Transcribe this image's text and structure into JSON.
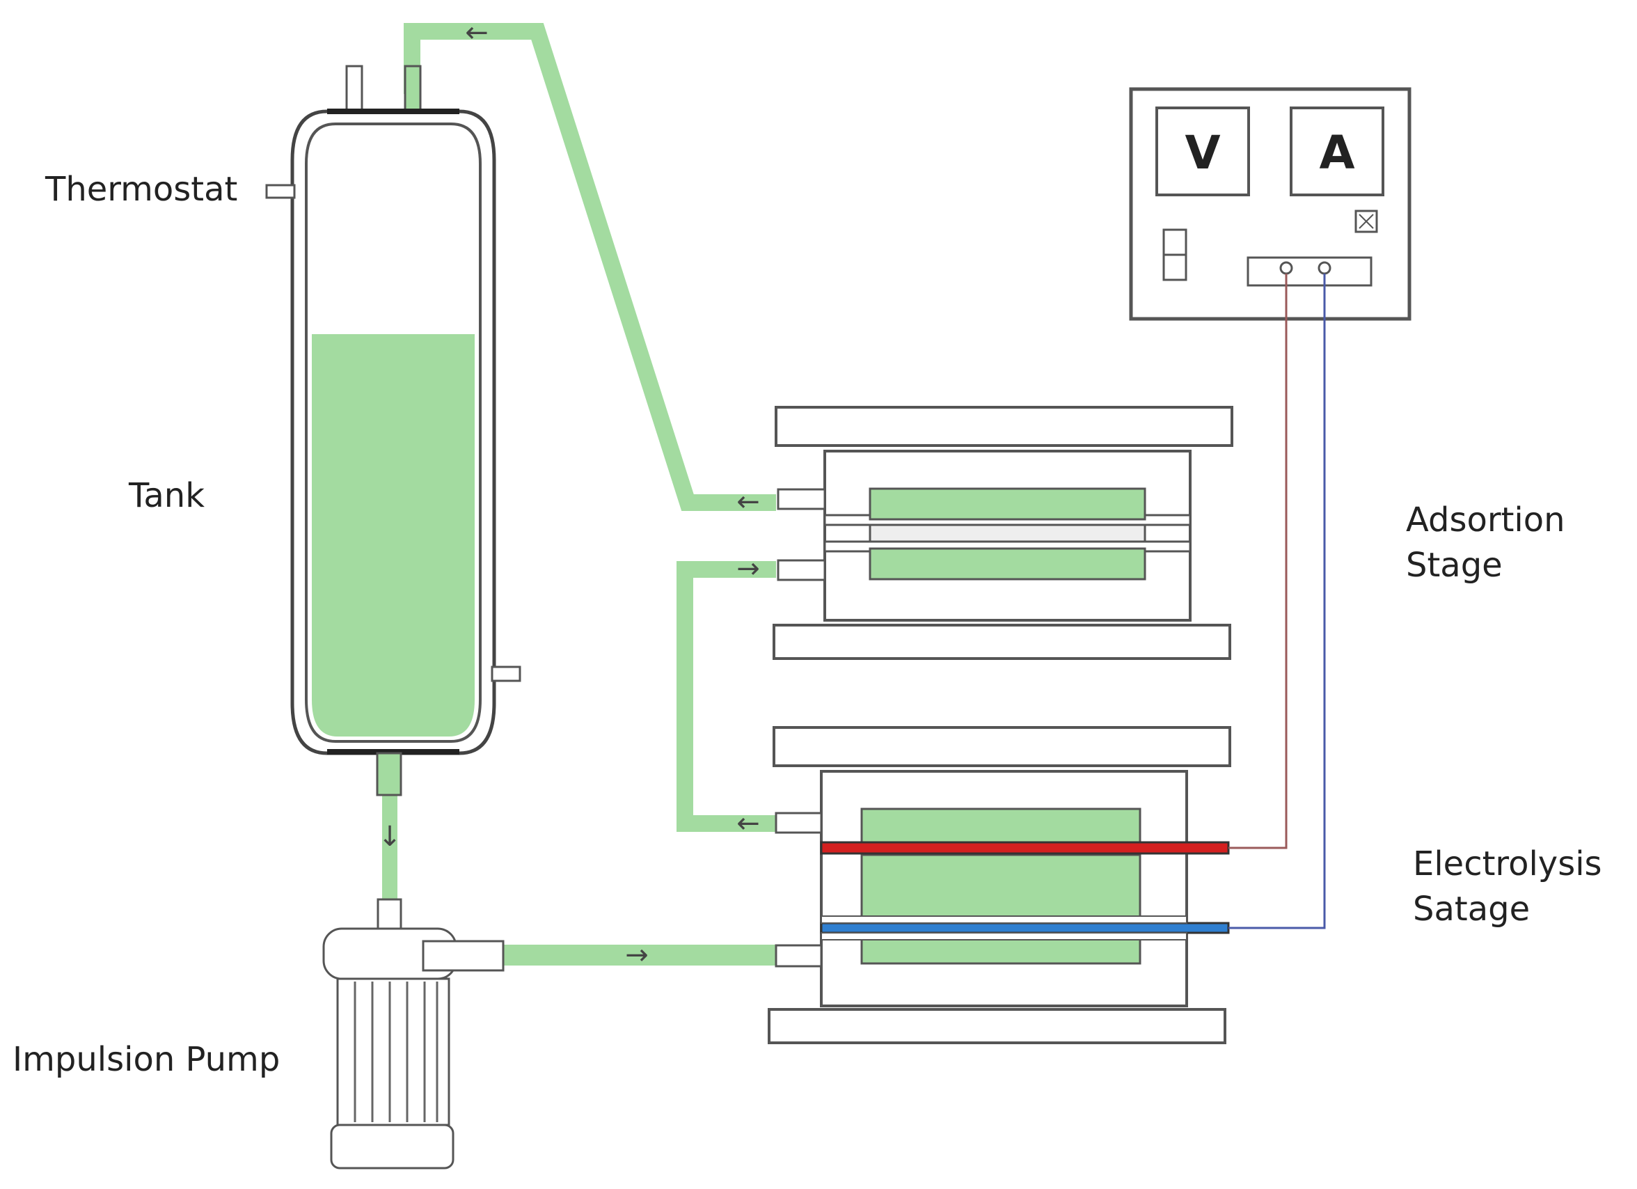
{
  "labels": {
    "thermostat": "Thermostat",
    "tank": "Tank",
    "pump": "Impulsion Pump",
    "adsorption_line1": "Adsortion",
    "adsorption_line2": "Stage",
    "electrolysis_line1": "Electrolysis",
    "electrolysis_line2": "Satage"
  },
  "power_supply": {
    "voltmeter": "V",
    "ammeter": "A"
  },
  "flow_arrows": {
    "top_return": "←",
    "adsorption_outlet": "←",
    "adsorption_inlet": "→",
    "electrolysis_outlet": "←",
    "tank_outlet": "↓",
    "pump_outlet": "→"
  },
  "colors": {
    "fluid": "#a3dba0",
    "fluid_stroke": "#8ccb89",
    "anode": "#d42020",
    "cathode": "#2f7fd0",
    "anode_wire": "#9a5a5a",
    "cathode_wire": "#4a5aa8",
    "outline": "#555555"
  }
}
